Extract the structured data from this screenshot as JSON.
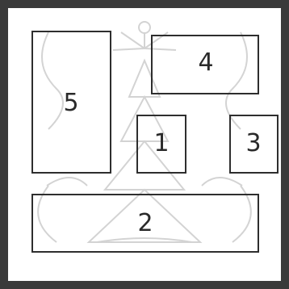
{
  "colors": {
    "border": "#3a3a3a",
    "box_stroke": "#2e2e2e",
    "watermark": "#cfcfcf",
    "background": "#ffffff"
  },
  "boxes": [
    {
      "id": "5",
      "label": "5"
    },
    {
      "id": "4",
      "label": "4"
    },
    {
      "id": "1",
      "label": "1"
    },
    {
      "id": "3",
      "label": "3"
    },
    {
      "id": "2",
      "label": "2"
    }
  ],
  "watermark": {
    "icon": "temple-seal-watermark"
  }
}
